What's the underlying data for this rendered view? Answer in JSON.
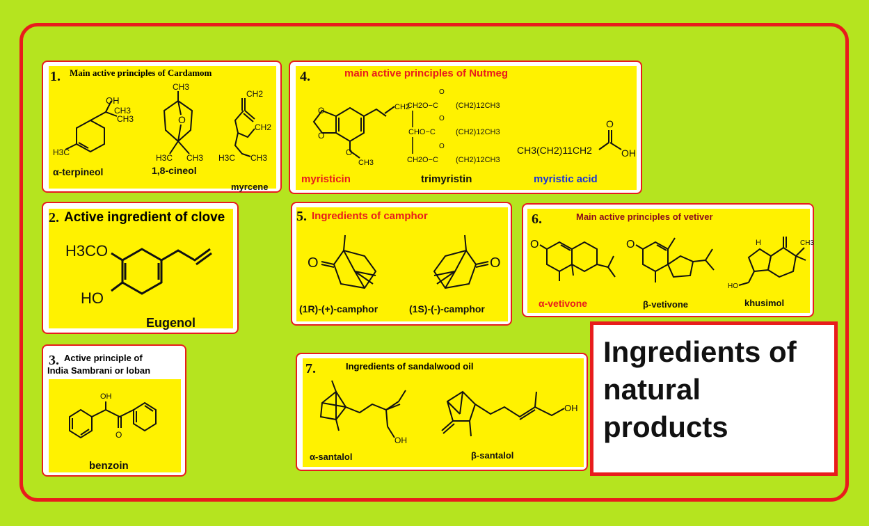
{
  "frame_color": "#e81c1c",
  "background_color": "#b5e41f",
  "panel_fill": "#fff200",
  "panels": [
    {
      "num": "1.",
      "title": "Main active principles of Cardamom",
      "compounds": [
        "α-terpineol",
        "1,8-cineol",
        "myrcene"
      ]
    },
    {
      "num": "2.",
      "title": "Active ingredient of clove",
      "compounds": [
        "Eugenol"
      ]
    },
    {
      "num": "3.",
      "title_line1": "Active principle of",
      "title_line2": "India Sambrani or loban",
      "compounds": [
        "benzoin"
      ]
    },
    {
      "num": "4.",
      "title": "main active principles of Nutmeg",
      "compounds": [
        "myristicin",
        "trimyristin",
        "myristic acid"
      ]
    },
    {
      "num": "5.",
      "title": "Ingredients of camphor",
      "compounds": [
        "(1R)-(+)-camphor",
        "(1S)-(-)-camphor"
      ]
    },
    {
      "num": "6.",
      "title": "Main active principles of vetiver",
      "compounds": [
        "α-vetivone",
        "β-vetivone",
        "khusimol"
      ]
    },
    {
      "num": "7.",
      "title": "Ingredients of sandalwood oil",
      "compounds": [
        "α-santalol",
        "β-santalol"
      ]
    }
  ],
  "main_title": "Ingredients of\nnatural\nproducts",
  "structure_labels": {
    "oh": "OH",
    "ch3": "CH3",
    "h3c": "H3C",
    "ch2": "CH2",
    "h3co": "H3CO",
    "ho": "HO",
    "o": "O",
    "och3": "OCH3",
    "ch2o_c": "CH2O−C",
    "cho_c": "CHO−C",
    "chain12": "(CH2)12CH3",
    "myristic_formula": "CH3(CH2)11CH2",
    "h": "H"
  }
}
